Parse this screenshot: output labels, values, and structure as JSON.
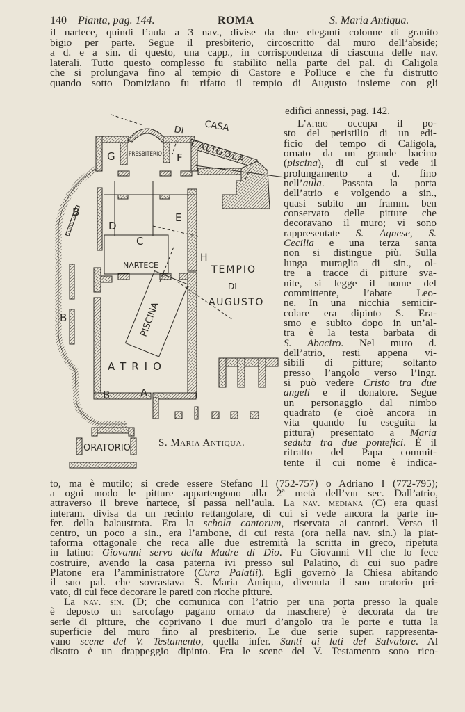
{
  "header": {
    "page_number": "140",
    "plan_ref": "Pianta, pag. 144.",
    "title": "ROMA",
    "section": "S. Maria Antiqua."
  },
  "top_lines": [
    [
      {
        "t": "il nartece, quindi l’aula a 3 nav., divise da due eleganti colonne di granito"
      }
    ],
    [
      {
        "t": "bigio per parte. Segue il presbiterio, circoscritto dal muro dell’abside;"
      }
    ],
    [
      {
        "t": "a d. e a sin. di questo, una capp., in corrispondenza di ciascuna delle nav."
      }
    ],
    [
      {
        "t": "laterali. Tutto questo complesso fu stabilito nella parte del pal. di Caligola"
      }
    ],
    [
      {
        "t": "che si prolungava fino al tempio di Castore e Polluce e che fu distrutto"
      }
    ],
    [
      {
        "t": "quando sotto Domiziano fu rifatto il tempio di Augusto insieme con gli"
      }
    ]
  ],
  "top_end": "edifici annessi, pag. 142.",
  "side_lines": [
    [
      {
        "t": "L’"
      },
      {
        "t": "atrio",
        "s": "sc"
      },
      {
        "t": " occupa il po-"
      }
    ],
    [
      {
        "t": "sto del peristilio di un edi-"
      }
    ],
    [
      {
        "t": "ficio del tempo di Caligola,"
      }
    ],
    [
      {
        "t": "ornato da un grande bacino"
      }
    ],
    [
      {
        "t": "("
      },
      {
        "t": "piscina",
        "s": "i"
      },
      {
        "t": "), di cui si vede il"
      }
    ],
    [
      {
        "t": "prolungamento a d. fino"
      }
    ],
    [
      {
        "t": "nell’"
      },
      {
        "t": "aula",
        "s": "i"
      },
      {
        "t": ". Passata la porta"
      }
    ],
    [
      {
        "t": "dell’atrio e volgendo a sin.,"
      }
    ],
    [
      {
        "t": "quasi subito un framm. ben"
      }
    ],
    [
      {
        "t": "conservato delle pitture che"
      }
    ],
    [
      {
        "t": "decoravano il muro; vi sono"
      }
    ],
    [
      {
        "t": "rappresentate "
      },
      {
        "t": "S. Agnese",
        "s": "i"
      },
      {
        "t": ", "
      },
      {
        "t": "S.",
        "s": "i"
      }
    ],
    [
      {
        "t": "Cecilia",
        "s": "i"
      },
      {
        "t": " e una terza santa"
      }
    ],
    [
      {
        "t": "non si distingue più. Sulla"
      }
    ],
    [
      {
        "t": "lunga muraglia di sin., ol-"
      }
    ],
    [
      {
        "t": "tre a tracce di pitture sva-"
      }
    ],
    [
      {
        "t": "nite, si legge il nome del"
      }
    ],
    [
      {
        "t": "committente, l’abate Leo-"
      }
    ],
    [
      {
        "t": "ne. In una nicchia semicir-"
      }
    ],
    [
      {
        "t": "colare era dipinto S. Era-"
      }
    ],
    [
      {
        "t": "smo e subito dopo in un’al-"
      }
    ],
    [
      {
        "t": "tra è la testa barbata di"
      }
    ],
    [
      {
        "t": "S. Abaciro",
        "s": "i"
      },
      {
        "t": ". Nel muro d."
      }
    ],
    [
      {
        "t": "dell’atrio, resti appena vi-"
      }
    ],
    [
      {
        "t": "sibili di pitture; soltanto"
      }
    ],
    [
      {
        "t": "presso l’angolo verso l’ingr."
      }
    ],
    [
      {
        "t": "si può vedere "
      },
      {
        "t": "Cristo tra due",
        "s": "i"
      }
    ],
    [
      {
        "t": "angeli",
        "s": "i"
      },
      {
        "t": " e il donatore. Segue"
      }
    ],
    [
      {
        "t": "un personaggio dal nimbo"
      }
    ],
    [
      {
        "t": "quadrato (e cioè ancora in"
      }
    ],
    [
      {
        "t": "vita quando fu eseguita la"
      }
    ],
    [
      {
        "t": "pittura) presentato a "
      },
      {
        "t": "Maria",
        "s": "i"
      }
    ],
    [
      {
        "t": "seduta tra due pontefici",
        "s": "i"
      },
      {
        "t": ". È il"
      }
    ],
    [
      {
        "t": "ritratto del Papa commit-"
      }
    ],
    [
      {
        "t": "tente il cui nome è indica-"
      }
    ]
  ],
  "bottom_lines": [
    [
      {
        "t": "to, ma è mutilo; si crede essere Stefano II (752-757) o Adriano I (772-795);"
      }
    ],
    [
      {
        "t": "a ogni modo le pitture appartengono alla 2ª metà dell’"
      },
      {
        "t": "viii",
        "s": "sc"
      },
      {
        "t": " sec. Dall’atrio,"
      }
    ],
    [
      {
        "t": "attraverso il breve nartece, si passa nell’aula. La "
      },
      {
        "t": "nav. mediana",
        "s": "sc"
      },
      {
        "t": " (C) era quasi"
      }
    ],
    [
      {
        "t": "interam. divisa da un recinto rettangolare, di cui si vede ancora la parte in-"
      }
    ],
    [
      {
        "t": "fer. della balaustrata. Era la "
      },
      {
        "t": "schola cantorum",
        "s": "i"
      },
      {
        "t": ", riservata ai cantori. Verso il"
      }
    ],
    [
      {
        "t": "centro, un poco a sin., era l’ambone, di cui resta (ora nella nav. sin.) la piat-"
      }
    ],
    [
      {
        "t": "taforma ottagonale che reca alle due estremità la scritta in greco, ripetuta"
      }
    ],
    [
      {
        "t": "in latino: "
      },
      {
        "t": "Giovanni servo della Madre di Dio",
        "s": "i"
      },
      {
        "t": ". Fu Giovanni VII che lo fece"
      }
    ],
    [
      {
        "t": "costruire, avendo la casa paterna ivi presso sul Palatino, di cui suo padre"
      }
    ],
    [
      {
        "t": "Platone era l’amministratore ("
      },
      {
        "t": "Cura Palatii",
        "s": "i"
      },
      {
        "t": "). Egli governò la Chiesa abitando"
      }
    ],
    [
      {
        "t": "il suo pal. che sovrastava S. Maria Antiqua, divenuta il suo oratorio pri-"
      }
    ],
    [
      {
        "t": "vato, di cui fece decorare le pareti con ricche pitture."
      }
    ],
    [
      {
        "t": "La "
      },
      {
        "t": "nav. sin.",
        "s": "sc"
      },
      {
        "t": " (D; che comunica con l’atrio per una porta presso la quale"
      }
    ],
    [
      {
        "t": "è deposto un sarcofago pagano ornato da maschere) è decorata da tre"
      }
    ],
    [
      {
        "t": "serie di pitture, che coprivano i due muri d’angolo tra le porte e tutta la"
      }
    ],
    [
      {
        "t": "superficie del muro fino al presbiterio. Le due serie super. rappresenta-"
      }
    ],
    [
      {
        "t": "vano "
      },
      {
        "t": "scene del V. Testamento",
        "s": "i"
      },
      {
        "t": ", quella infer. "
      },
      {
        "t": "Santi ai lati del Salvatore",
        "s": "i"
      },
      {
        "t": ". Al"
      }
    ],
    [
      {
        "t": "disotto è un drappeggio dipinto. Fra le scene del V. Testamento sono rico-"
      }
    ]
  ],
  "plan": {
    "caption_initial": "S. M",
    "caption": "S. Maria Antiqua.",
    "labels": {
      "di": "DI",
      "casa": "CASA",
      "caligola": "CALIGOLA",
      "presbiterio": "PRESBITERIO",
      "g": "G",
      "f": "F",
      "b": "B",
      "d": "D",
      "e": "E",
      "c": "C",
      "nartece": "NARTECE",
      "h": "H",
      "tempio": "TEMPIO",
      "di2": "DI",
      "augusto": "AUGUSTO",
      "piscina": "PISCINA",
      "atrio": "ATRIO",
      "a": "A",
      "oratorio": "ORATORIO"
    }
  }
}
